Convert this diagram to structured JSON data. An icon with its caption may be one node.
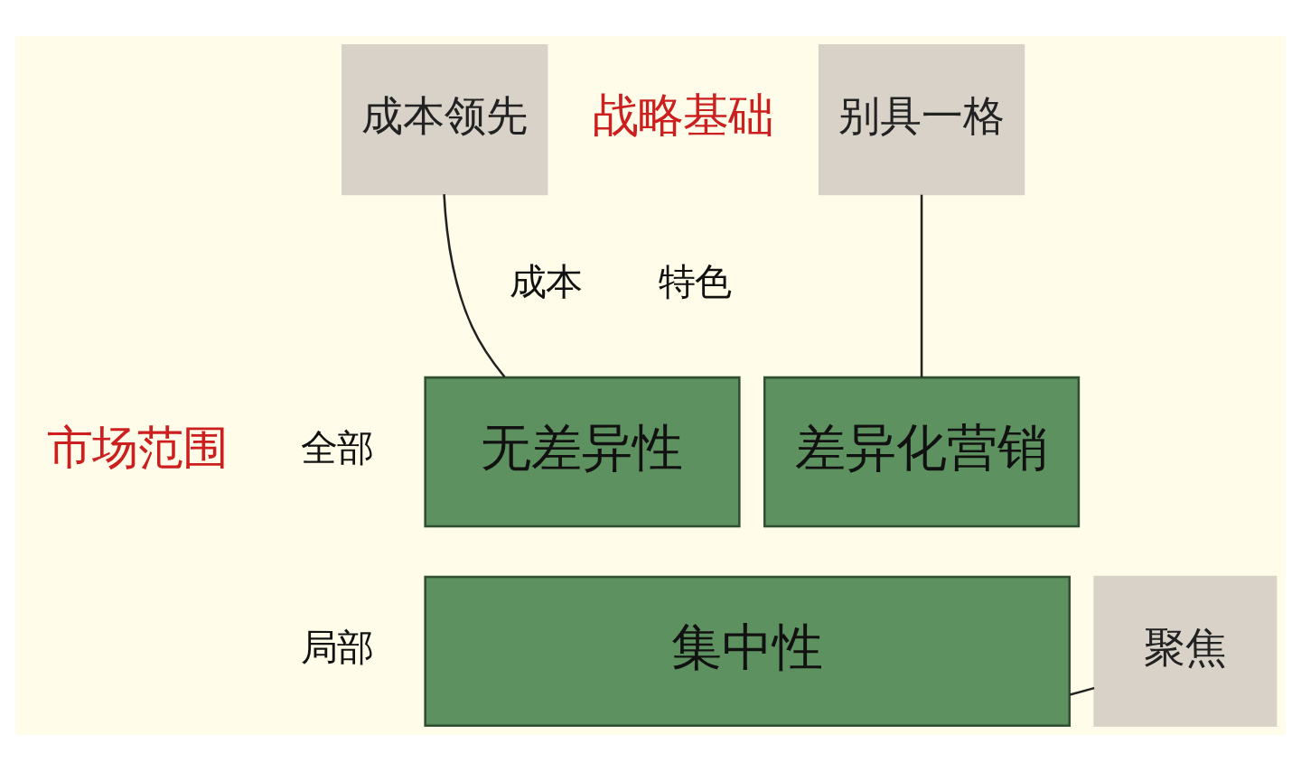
{
  "diagram": {
    "nodes": [
      {
        "text": [
          "成本领先"
        ]
      },
      {
        "text": [
          "别具一格"
        ]
      },
      {
        "text": [
          "无差异性"
        ]
      },
      {
        "text": [
          "差异化营销"
        ]
      },
      {
        "text": [
          "集中性"
        ]
      },
      {
        "text": [
          "聚焦"
        ]
      }
    ],
    "edges": [
      {
        "from": 0,
        "to": 2,
        "arrow": "none"
      },
      {
        "from": 1,
        "to": 3,
        "arrow": "none"
      },
      {
        "from": 5,
        "to": 4,
        "arrow": "none"
      }
    ],
    "labels": [
      "战略基础",
      "成本",
      "特色",
      "市场范围",
      "全部",
      "局部"
    ]
  }
}
